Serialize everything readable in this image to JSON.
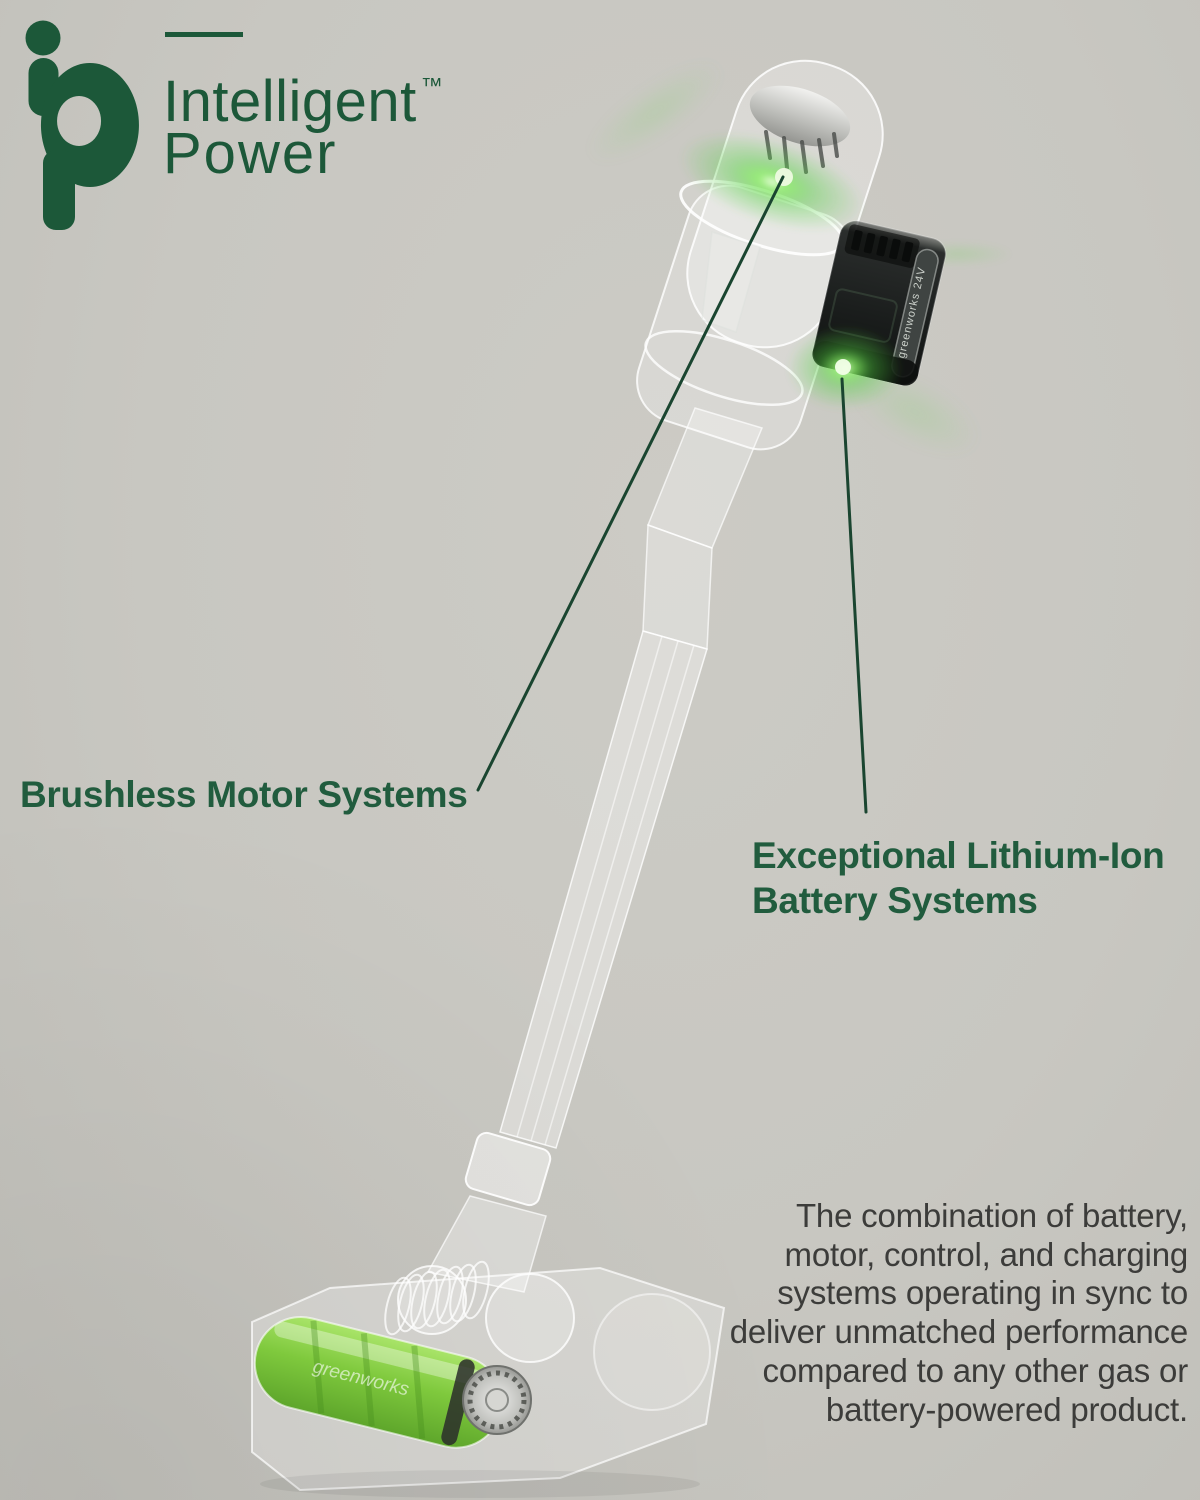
{
  "colors": {
    "background": "#c8c7c1",
    "logo_green": "#1c5839",
    "heading_green": "#215c3e",
    "callout_line_green": "#1a4530",
    "paragraph_gray": "#3c3c3a",
    "glow_green": "#5ad746",
    "roller_green": "#7fc93d",
    "battery_black": "#1a1d1c"
  },
  "logo": {
    "word1": "Intelligent",
    "trademark": "™",
    "word2": "Power"
  },
  "callout_motor": {
    "label": "Brushless Motor Systems"
  },
  "callout_battery": {
    "line1": "Exceptional Lithium-Ion",
    "line2": "Battery Systems"
  },
  "battery": {
    "side_label": "greenworks 24V"
  },
  "floor_head": {
    "roller_brand": "greenworks"
  },
  "paragraph": {
    "lines": [
      "The combination of battery,",
      "motor, control, and charging",
      "systems operating in sync to",
      "deliver unmatched performance",
      "compared to any other gas or",
      "battery-powered product."
    ]
  }
}
